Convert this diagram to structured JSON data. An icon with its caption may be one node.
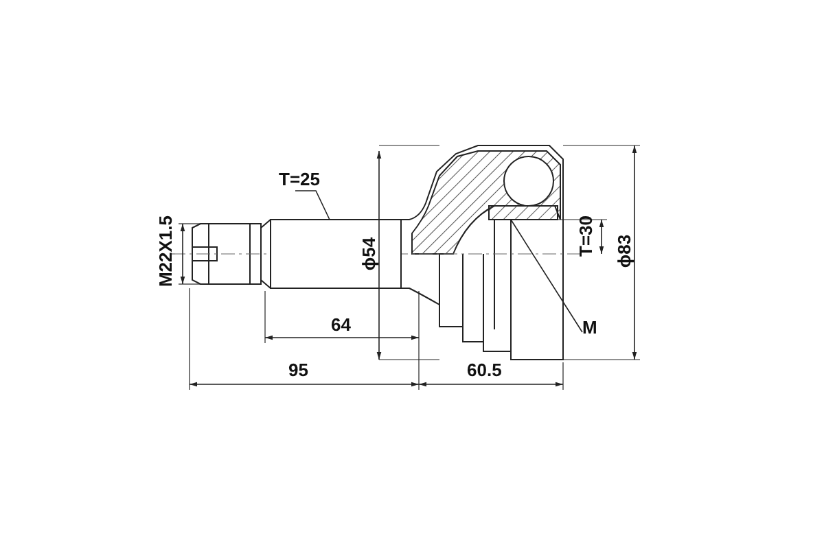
{
  "diagram": {
    "nodes": [
      {
        "text": [
          "T=25"
        ]
      },
      {
        "text": [],
        "shape": "box"
      },
      {
        "text": [
          "M"
        ]
      },
      {
        "text": [],
        "shape": "box"
      }
    ],
    "edges": [
      {
        "from": 0,
        "to": 1,
        "arrow": "none"
      },
      {
        "from": 2,
        "to": 3,
        "arrow": "none"
      }
    ],
    "labels": [
      "M22X1.5",
      "ϕ54",
      "64",
      "95",
      "60.5",
      "T=30",
      "ϕ83"
    ]
  }
}
